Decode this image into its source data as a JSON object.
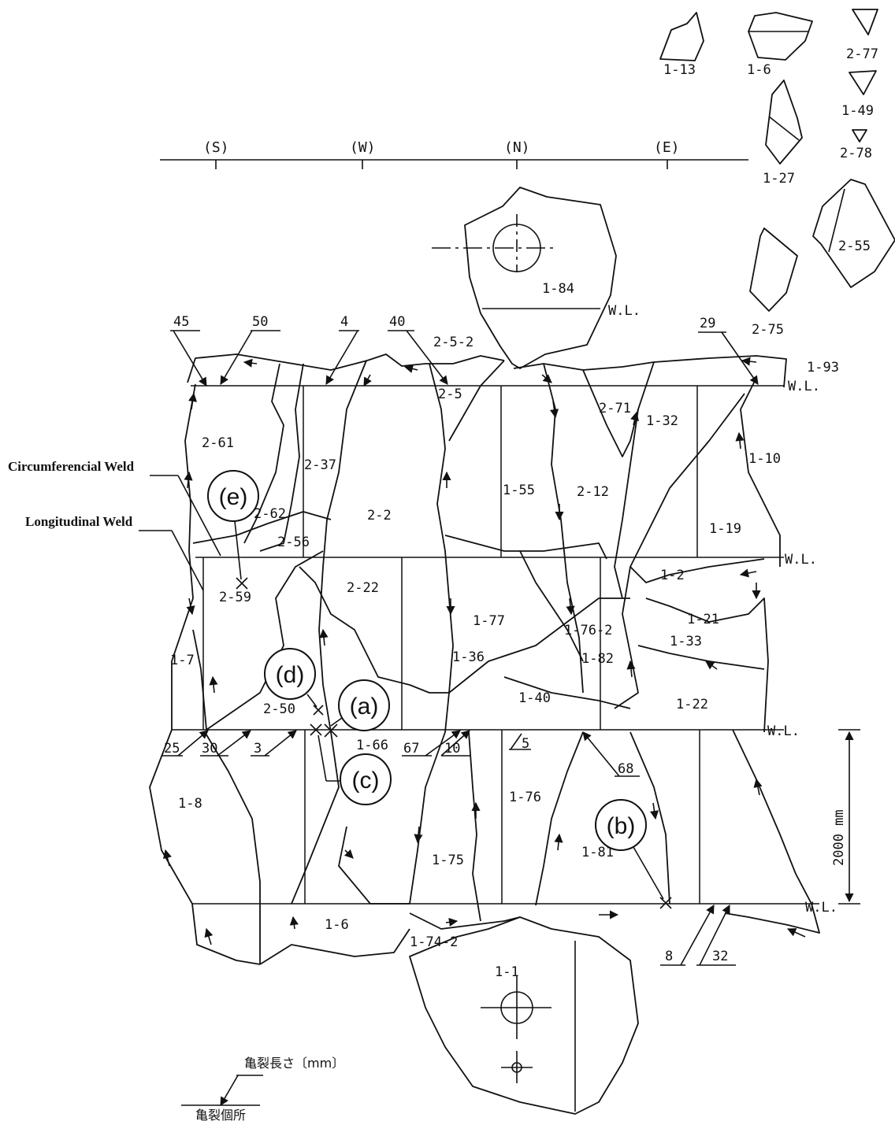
{
  "compass": [
    "(S)",
    "(W)",
    "(N)",
    "(E)"
  ],
  "loose_fragments": [
    "1-13",
    "1-6",
    "2-77",
    "1-49",
    "2-78",
    "1-27",
    "2-55",
    "2-75"
  ],
  "water_line": "W.L.",
  "hole_fragments": [
    "1-84",
    "1-1"
  ],
  "fragments": [
    "2-5-2",
    "2-5",
    "1-93",
    "2-61",
    "2-37",
    "2-62",
    "2-56",
    "2-2",
    "1-55",
    "2-12",
    "2-71",
    "1-32",
    "1-10",
    "1-19",
    "2-59",
    "2-22",
    "1-77",
    "1-76-2",
    "1-82",
    "1-2",
    "1-21",
    "1-33",
    "1-7",
    "1-36",
    "1-40",
    "2-50",
    "1-22",
    "1-66",
    "1-8",
    "1-76",
    "1-75",
    "1-81",
    "1-6",
    "1-74-2"
  ],
  "crack_lengths": [
    "45",
    "50",
    "4",
    "40",
    "29",
    "25",
    "30",
    "3",
    "67",
    "10",
    "5",
    "68",
    "8",
    "32"
  ],
  "callouts": {
    "circumferential": "Circumferencial Weld",
    "longitudinal": "Longitudinal Weld"
  },
  "markers": [
    "(a)",
    "(b)",
    "(c)",
    "(d)",
    "(e)"
  ],
  "scale_bar": "2000 mm",
  "legend": {
    "crack_length": "亀裂長さ〔mm〕",
    "crack_location": "亀裂個所"
  }
}
